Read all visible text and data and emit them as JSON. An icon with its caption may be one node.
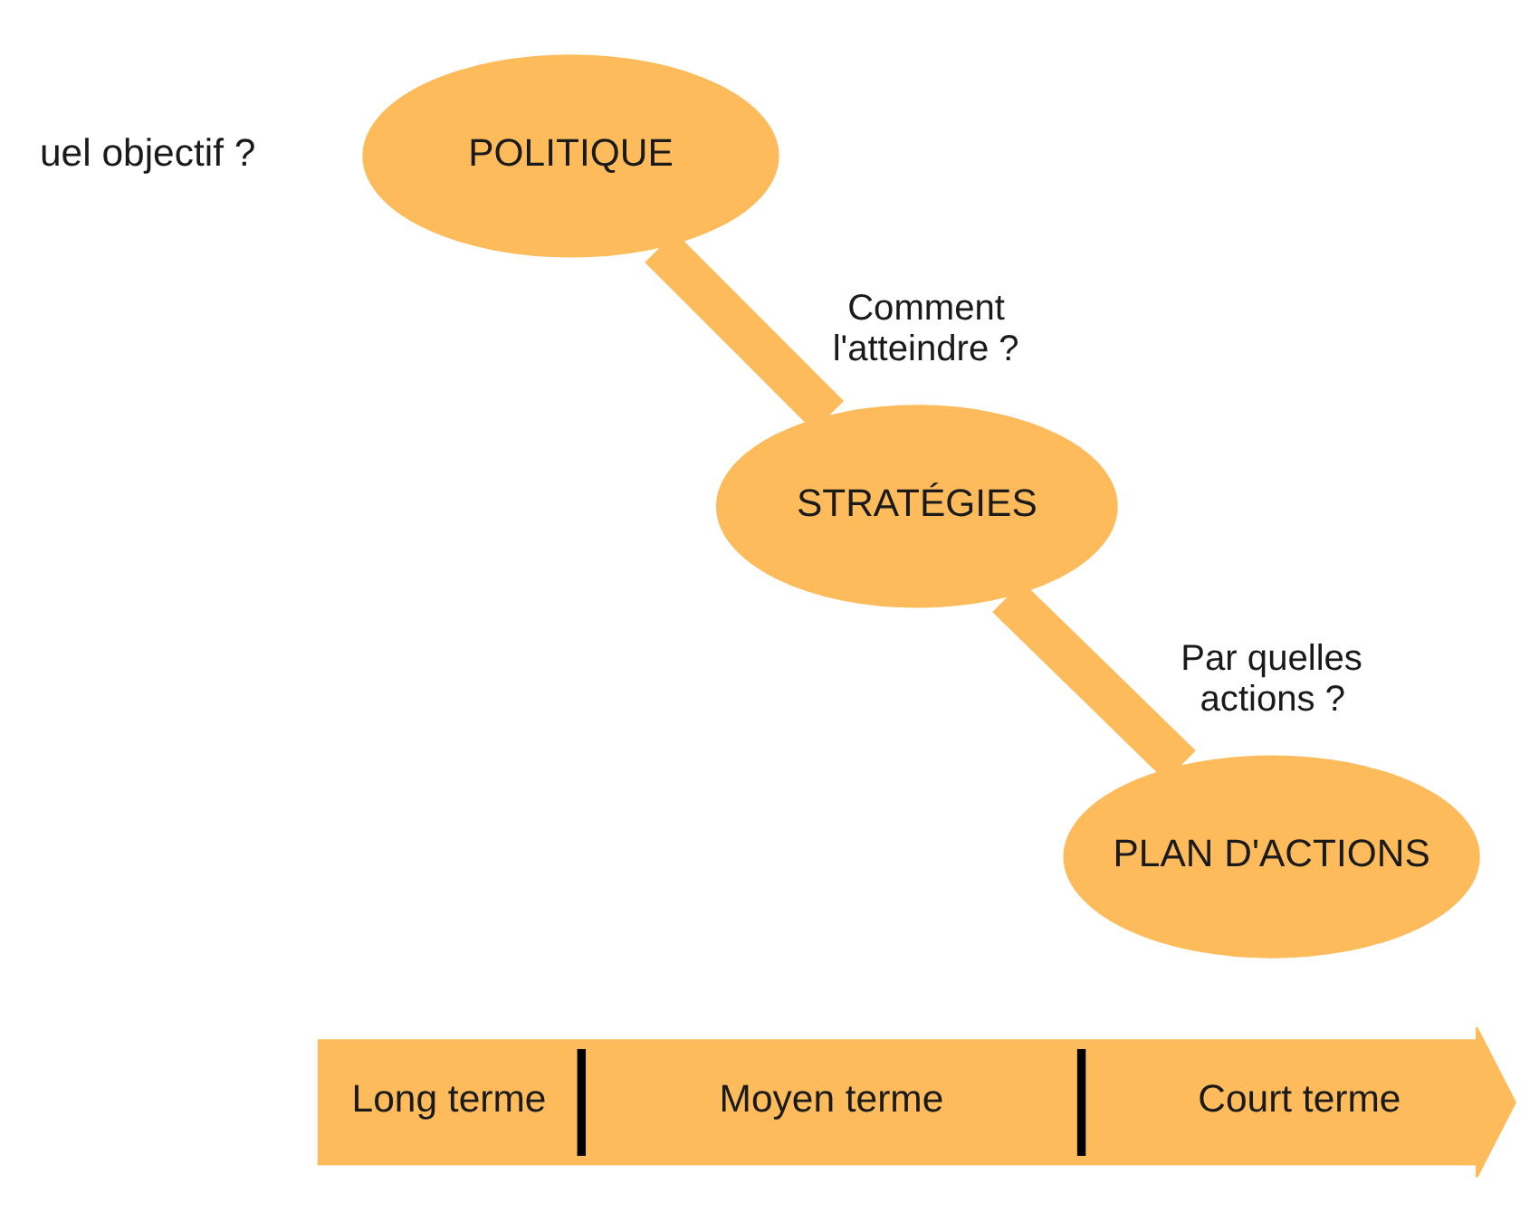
{
  "diagram": {
    "nodes": [
      {
        "text": [
          "POLITIQUE"
        ],
        "beside": [
          "uel objectif ?"
        ]
      },
      {
        "text": [
          "STRATÉGIES"
        ]
      },
      {
        "text": [
          "PLAN D'ACTIONS"
        ]
      },
      {
        "text": [
          "Long terme",
          "Moyen terme",
          "Court terme"
        ]
      }
    ],
    "edges": [
      {
        "from": 0,
        "to": 1,
        "arrow": "none",
        "label": "Comment l'atteindre ?"
      },
      {
        "from": 1,
        "to": 2,
        "arrow": "none",
        "label": "Par quelles actions ?"
      }
    ]
  }
}
